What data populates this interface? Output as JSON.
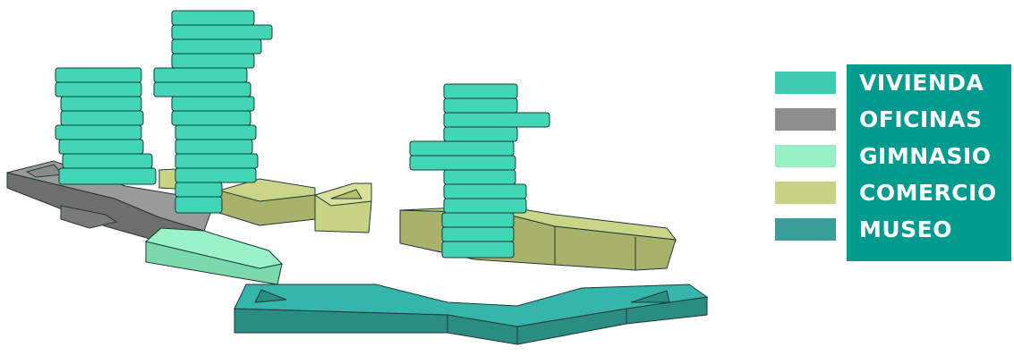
{
  "legend": {
    "items": [
      {
        "label": "VIVIENDA",
        "color": "#3ccab0"
      },
      {
        "label": "OFICINAS",
        "color": "#8e8e8e"
      },
      {
        "label": "GIMNASIO",
        "color": "#96f0c4"
      },
      {
        "label": "COMERCIO",
        "color": "#c8d484"
      },
      {
        "label": "MUSEO",
        "color": "#3a9e98"
      }
    ],
    "panel_color": "#009a8f"
  },
  "colors": {
    "vivienda_top": "#40d6b6",
    "vivienda_side": "#2fb79a",
    "oficinas_top": "#9a9a9a",
    "oficinas_side": "#6e6e6e",
    "gimnasio_top": "#9af3c8",
    "gimnasio_side": "#7cd9ac",
    "comercio_top": "#cbd58a",
    "comercio_side": "#a8b26a",
    "museo_top": "#35b5ab",
    "museo_side": "#2b8c84",
    "outline": "#1e3a36"
  }
}
